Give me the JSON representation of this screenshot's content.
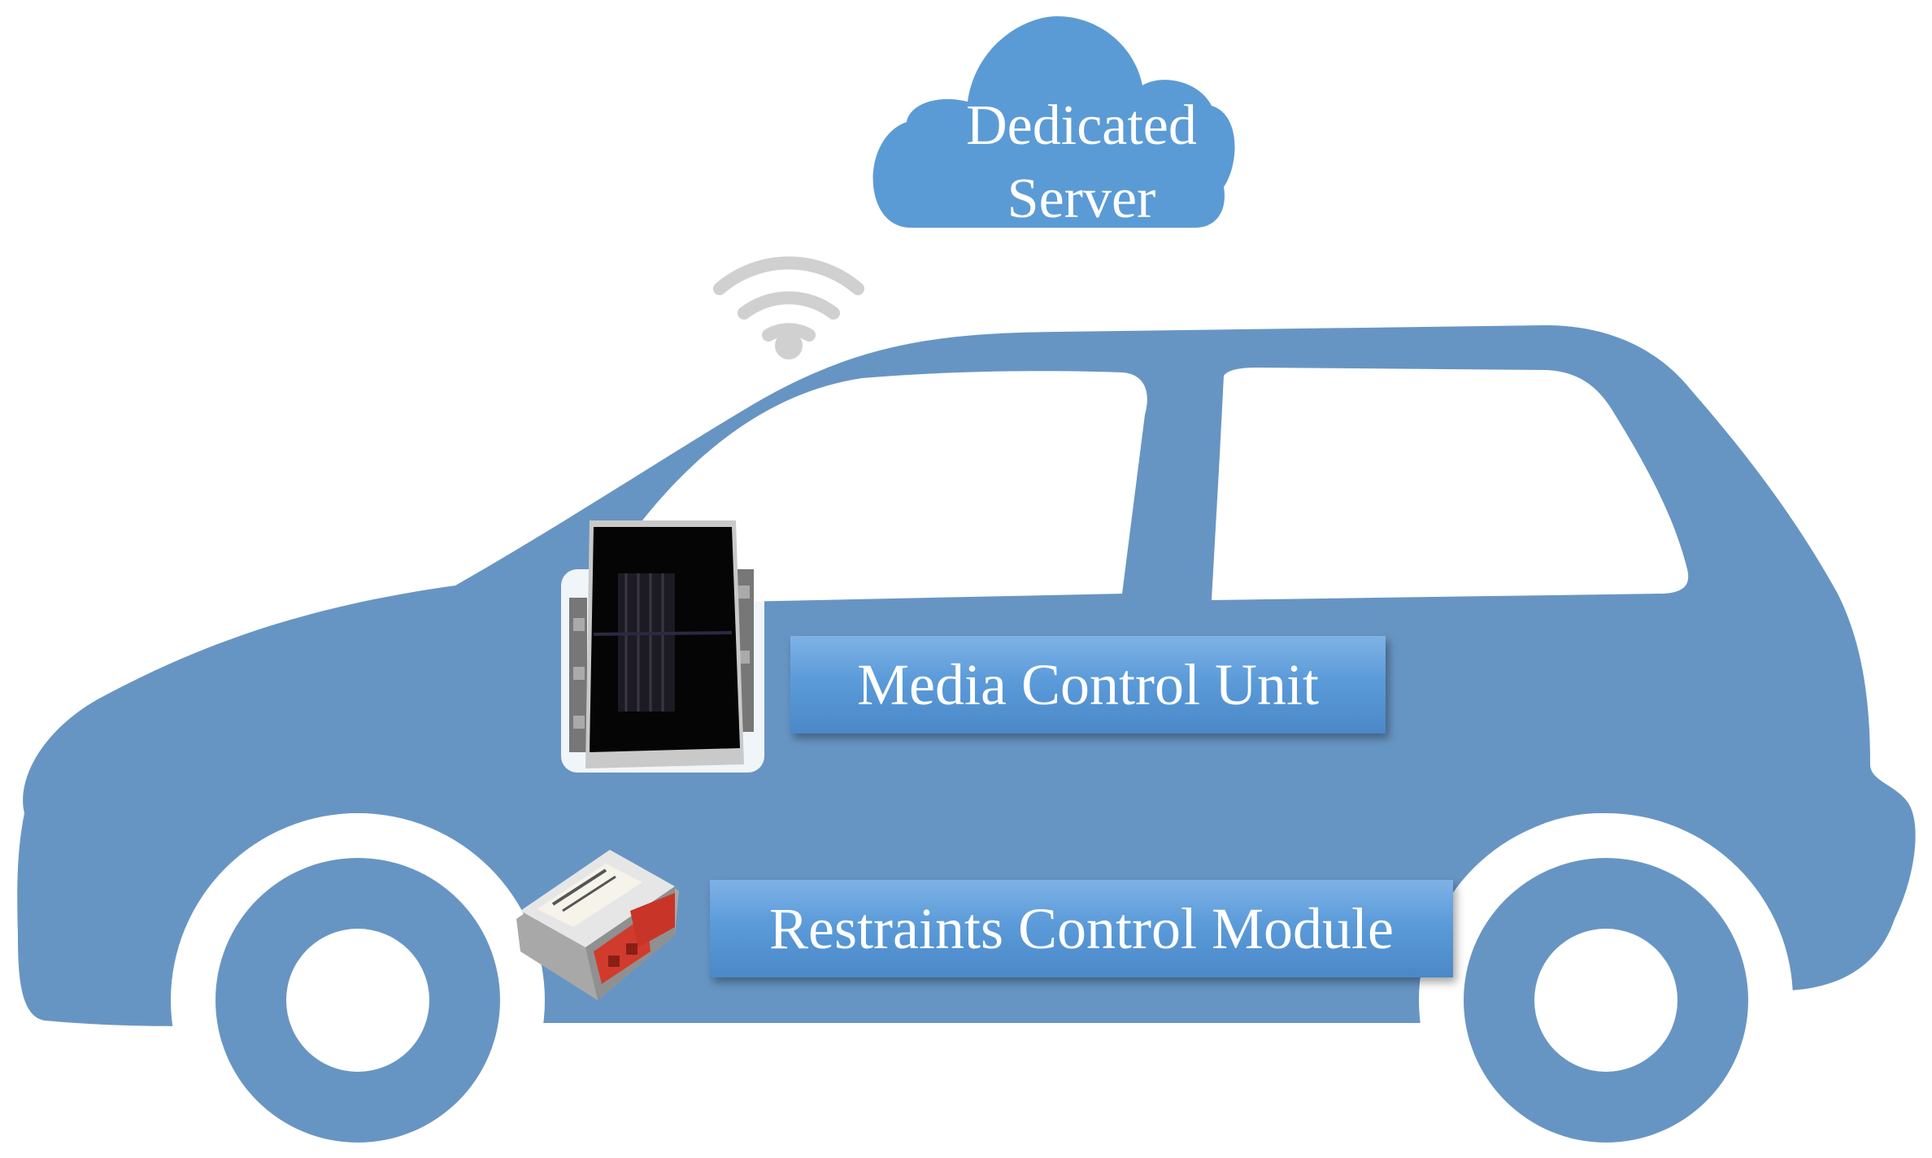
{
  "server": {
    "line1": "Dedicated",
    "line2": "Server"
  },
  "components": {
    "media_control_unit": "Media Control Unit",
    "restraints_control_module": "Restraints Control Module"
  },
  "colors": {
    "car_body": "#6795c3",
    "cloud": "#5b9bd5",
    "label_fill": "#5b9bd9",
    "wifi": "#d0d0d0",
    "background": "#ffffff"
  },
  "icons": [
    "wifi-icon",
    "cloud-icon",
    "car-silhouette",
    "media-control-unit-device",
    "restraints-control-module-device"
  ]
}
